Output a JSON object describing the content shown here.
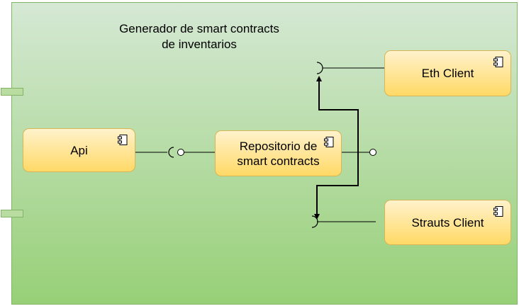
{
  "diagram": {
    "title": "Generador de smart contracts de inventarios",
    "components": {
      "api": "Api",
      "repositorio": "Repositorio de smart contracts",
      "eth_client": "Eth Client",
      "strauts_client": "Strauts Client"
    },
    "icon": "component-icon",
    "colors": {
      "container_fill_top": "#d5e8d4",
      "container_fill_bottom": "#97d077",
      "container_border": "#82b366",
      "component_fill_top": "#fff2cc",
      "component_fill_bottom": "#ffd966",
      "component_border": "#d6b656"
    }
  }
}
